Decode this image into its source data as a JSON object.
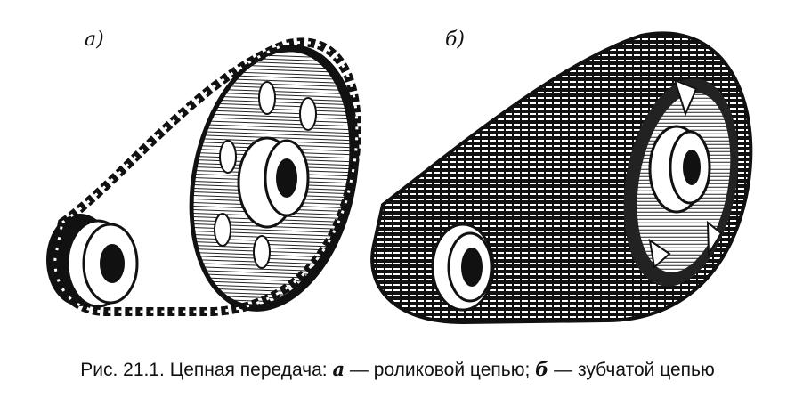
{
  "panels": {
    "a_label": "а)",
    "b_label": "б)"
  },
  "caption": {
    "prefix": "Рис. 21.1. Цепная передача: ",
    "letter_a": "а",
    "part_a": " — роликовой цепью; ",
    "letter_b": "б",
    "part_b": " — зубчатой цепью"
  },
  "colors": {
    "ink": "#111111",
    "paper": "#ffffff",
    "shade": "#555555"
  }
}
